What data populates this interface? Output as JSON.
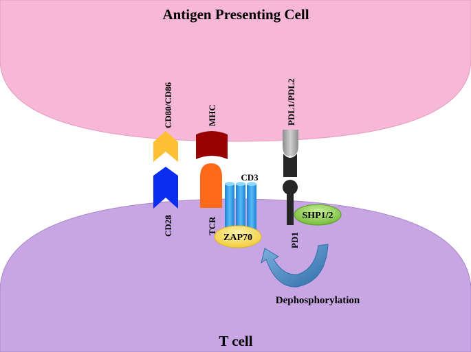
{
  "cells": {
    "apc": {
      "label": "Antigen Presenting Cell",
      "color": "#f6b8d6"
    },
    "tcell": {
      "label": "T cell",
      "color": "#c7a6e3"
    }
  },
  "molecules": {
    "cd80_cd86": {
      "label": "CD80/CD86",
      "color": "#ffc033"
    },
    "cd28": {
      "label": "CD28",
      "color": "#0a2ef0"
    },
    "mhc": {
      "label": "MHC",
      "color": "#990000"
    },
    "tcr": {
      "label": "TCR",
      "color": "#ff6a1a"
    },
    "cd3": {
      "label": "CD3",
      "color": "#3fa9f5"
    },
    "zap70": {
      "label": "ZAP70",
      "color": "#f5d650"
    },
    "pdl1_pdl2": {
      "label": "PDL1/PDL2",
      "color": "#a6a6a6"
    },
    "pd1": {
      "label": "PD1",
      "color": "#262626"
    },
    "shp1_2": {
      "label": "SHP1/2",
      "color": "#92d050"
    }
  },
  "process": {
    "label": "Dephosphorylation",
    "color": "#4a8cc4"
  }
}
